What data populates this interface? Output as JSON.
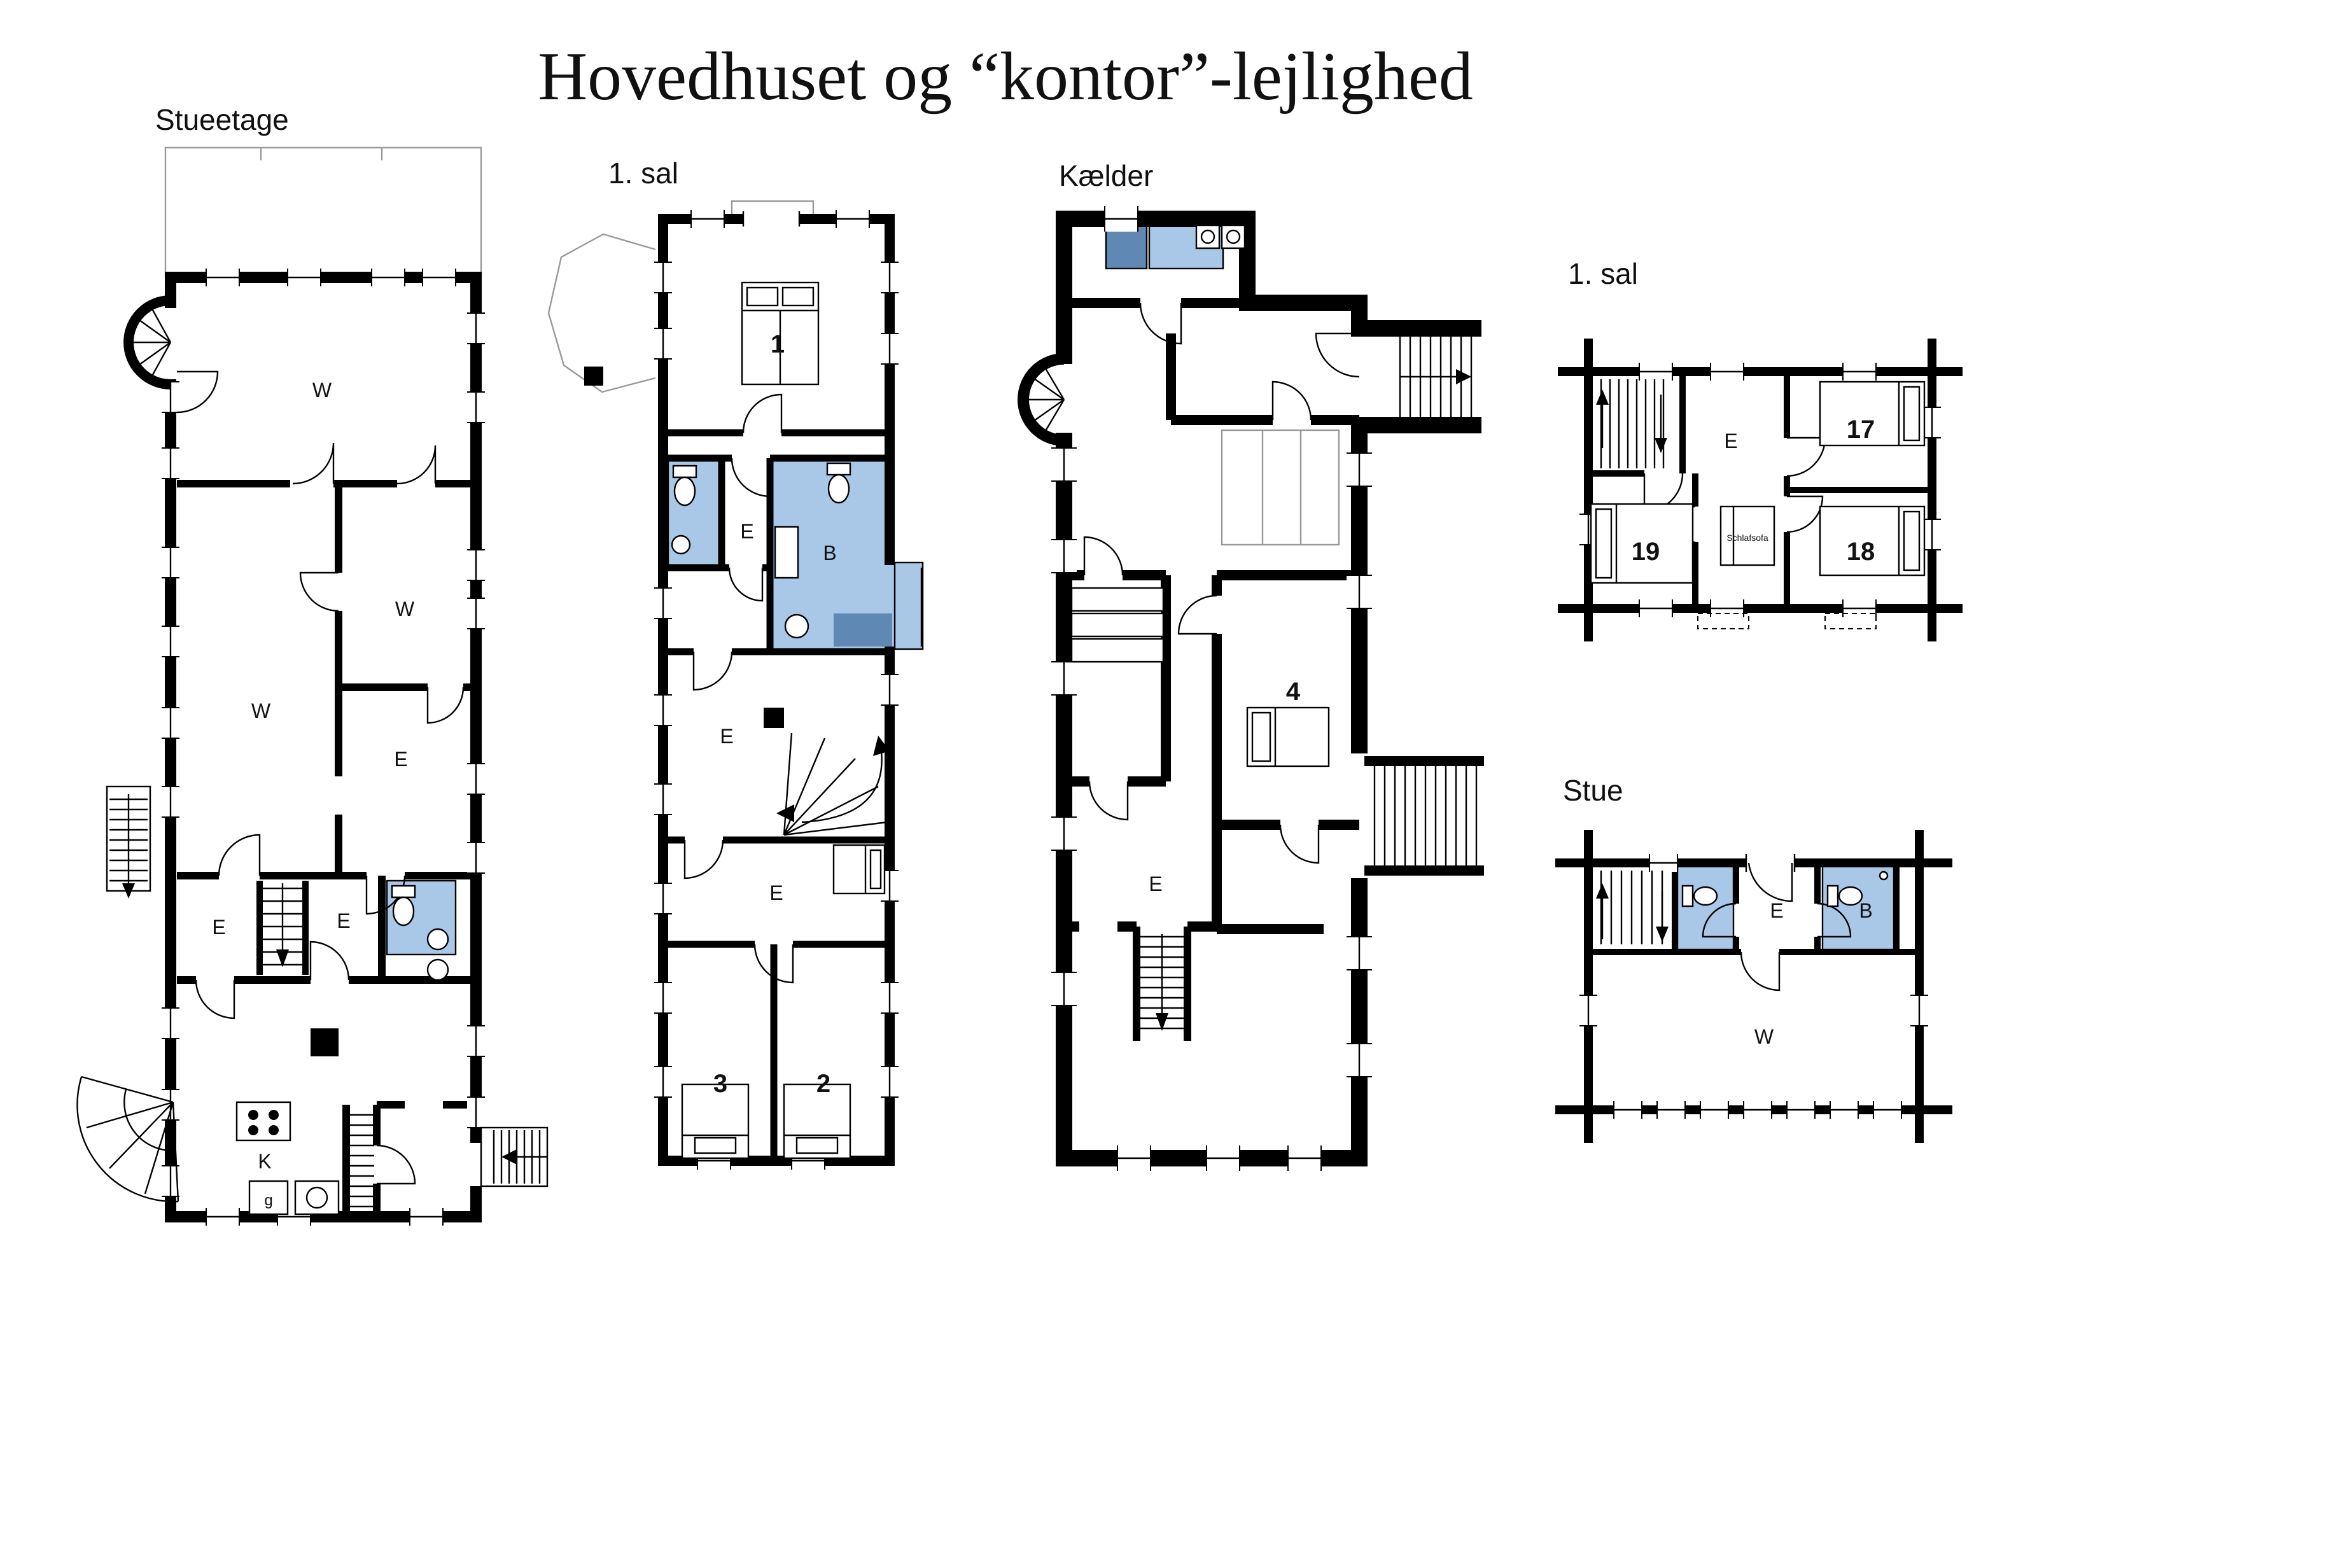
{
  "header": {
    "title": "Hovedhuset og “kontor”-lejlighed"
  },
  "colors": {
    "wall": "#000000",
    "bath_light": "#a9c7e6",
    "bath_dark": "#5f88b4",
    "background": "#ffffff"
  },
  "plans": {
    "stueetage": {
      "label": "Stueetage",
      "rooms": [
        {
          "id": "w-top",
          "label": "W"
        },
        {
          "id": "w-right",
          "label": "W"
        },
        {
          "id": "w-mid",
          "label": "W"
        },
        {
          "id": "e-right",
          "label": "E"
        },
        {
          "id": "e-left",
          "label": "E"
        },
        {
          "id": "e-mid",
          "label": "E"
        },
        {
          "id": "kitchen",
          "label": "K"
        },
        {
          "id": "g",
          "label": "g"
        }
      ]
    },
    "sal1_main": {
      "label": "1. sal",
      "rooms": [
        {
          "id": "room-1",
          "label": "1"
        },
        {
          "id": "e-hall",
          "label": "E"
        },
        {
          "id": "bath",
          "label": "B"
        },
        {
          "id": "e-mid",
          "label": "E"
        },
        {
          "id": "e-low",
          "label": "E"
        },
        {
          "id": "room-3",
          "label": "3"
        },
        {
          "id": "room-2",
          "label": "2"
        }
      ]
    },
    "kaelder": {
      "label": "Kælder",
      "rooms": [
        {
          "id": "room-4",
          "label": "4"
        },
        {
          "id": "e-hall",
          "label": "E"
        }
      ]
    },
    "sal1_office": {
      "label": "1. sal",
      "rooms": [
        {
          "id": "e-hall",
          "label": "E"
        },
        {
          "id": "room-17",
          "label": "17"
        },
        {
          "id": "room-18",
          "label": "18"
        },
        {
          "id": "room-19",
          "label": "19"
        },
        {
          "id": "schlafsofa",
          "label": "Schlafsofa"
        }
      ]
    },
    "stue_office": {
      "label": "Stue",
      "rooms": [
        {
          "id": "e-hall",
          "label": "E"
        },
        {
          "id": "bath",
          "label": "B"
        },
        {
          "id": "w-living",
          "label": "W"
        }
      ]
    }
  }
}
